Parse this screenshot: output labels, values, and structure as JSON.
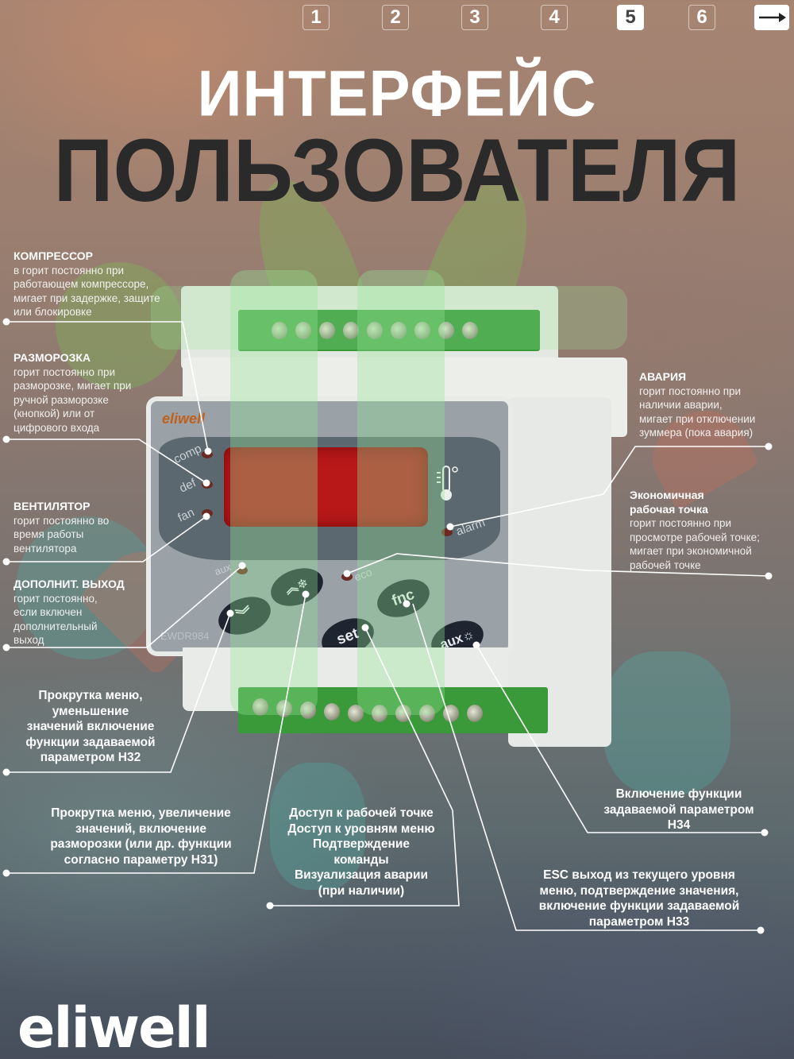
{
  "pager": {
    "pages": [
      "1",
      "2",
      "3",
      "4",
      "5",
      "6"
    ],
    "active_page": "5",
    "next_icon": "arrow-right-icon"
  },
  "title": {
    "line1": "ИНТЕРФЕЙС",
    "line2": "ПОЛЬЗОВАТЕЛЯ"
  },
  "callouts": {
    "compressor": {
      "heading": "КОМПРЕССОР",
      "text": [
        "в горит постоянно при",
        "работающем компрессоре,",
        "мигает при задержке, защите",
        "или блокировке"
      ]
    },
    "defrost": {
      "heading": "РАЗМОРОЗКА",
      "text": [
        "горит постоянно при",
        "разморозке, мигает при",
        "ручной разморозке",
        "(кнопкой) или от",
        "цифрового входа"
      ]
    },
    "fan": {
      "heading": "ВЕНТИЛЯТОР",
      "text": [
        "горит постоянно во",
        "время работы",
        "вентилятора"
      ]
    },
    "aux_output": {
      "heading": "ДОПОЛНИТ. ВЫХОД",
      "text": [
        "горит постоянно,",
        "если включен",
        "дополнительный",
        "выход"
      ]
    },
    "alarm": {
      "heading": "АВАРИЯ",
      "text": [
        "горит постоянно при",
        "наличии аварии,",
        "мигает при отключении",
        "зуммера (пока авария)"
      ]
    },
    "eco": {
      "heading": [
        "Экономичная",
        "рабочая точка"
      ],
      "text": [
        "горит постоянно при",
        "просмотре рабочей точке;",
        "мигает при экономичной",
        "рабочей точке"
      ]
    },
    "down_button": {
      "text": [
        "Прокрутка меню,",
        "уменьшение",
        "значений включение",
        "функции задаваемой",
        "параметром Н32"
      ]
    },
    "up_button": {
      "text": [
        "Прокрутка меню, увеличение",
        "значений, включение",
        "разморозки (или др. функции",
        "согласно параметру Н31)"
      ]
    },
    "set_button": {
      "text": [
        "Доступ к рабочей точке",
        "Доступ к уровням меню",
        "Подтверждение",
        "команды",
        "Визуализация аварии",
        "(при наличии)"
      ]
    },
    "aux_button": {
      "text": [
        "Включение функции",
        "задаваемой параметром",
        "Н34"
      ]
    },
    "fnc_button": {
      "text": [
        "ESC выход из текущего уровня",
        "меню, подтверждение значения,",
        "включение функции задаваемой",
        "параметром Н33"
      ]
    }
  },
  "device": {
    "brand_small": "eliwell",
    "model": "EWDR984",
    "led_labels": {
      "comp": "comp",
      "def": "def",
      "fan": "fan",
      "alarm": "alarm",
      "aux": "aux",
      "eco": "eco"
    },
    "buttons": {
      "down": "︾",
      "up": "︽❄",
      "set": "set",
      "fnc": "fnc",
      "aux": "aux☼"
    },
    "thermometer_icon": "thermometer-icon",
    "display_color": "#b81818"
  },
  "brand": {
    "logo_text": "eliwell"
  },
  "colors": {
    "title_line1": "#ffffff",
    "title_line2": "#2a2a2a",
    "terminal_green": "#3a9a3a",
    "button_dark": "#1e2530",
    "led_off": "#6a2a22"
  }
}
